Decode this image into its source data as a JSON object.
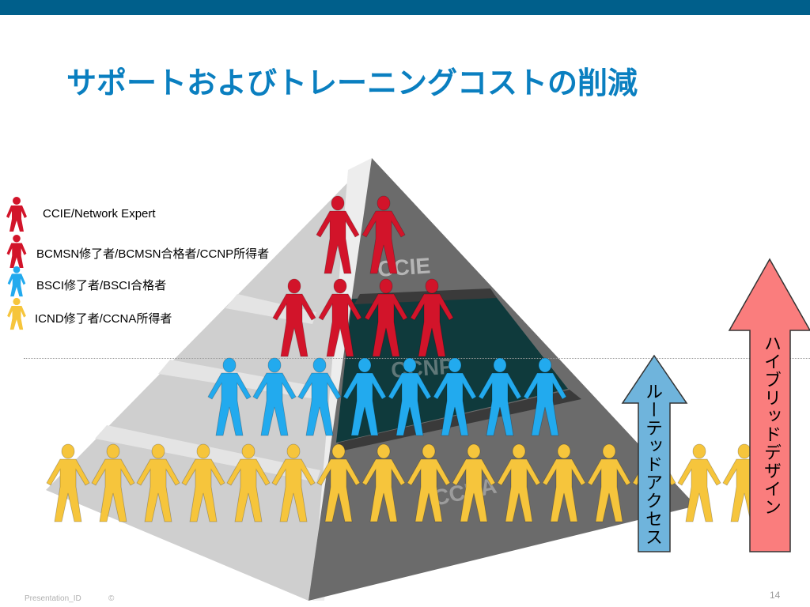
{
  "header": {
    "title": "サポートおよびトレーニングコストの削減"
  },
  "colors": {
    "topbar": "#005f8b",
    "title": "#0a7fc0",
    "ccie_red": "#d2142a",
    "bsci_blue": "#22aaee",
    "icnd_yellow": "#f6c53c",
    "pyramid_light": "#c8c8c8",
    "pyramid_dark": "#6b6b6b",
    "pyramid_ccnp": "#0f3a3c",
    "routed_arrow": "#6fb4dc",
    "hybrid_arrow": "#fa7d7d"
  },
  "legend": [
    {
      "icon": "person-red-icon",
      "label": "CCIE/Network Expert"
    },
    {
      "icon": "person-red-icon",
      "label": "BCMSN修了者/BCMSN合格者/CCNP所得者"
    },
    {
      "icon": "person-blue-icon",
      "label": "BSCI修了者/BSCI合格者"
    },
    {
      "icon": "person-yellow-icon",
      "label": "ICND修了者/CCNA所得者"
    }
  ],
  "pyramid": {
    "levels": [
      "CCIE",
      "CCNP",
      "CCNA"
    ]
  },
  "people": {
    "ccie_count": 2,
    "ccnp_count": 4,
    "bsci_count": 8,
    "icnd_count": 16
  },
  "arrows": {
    "routed_access": "ルーテッドアクセス",
    "hybrid_design": "ハイブリッドデザイン"
  },
  "footer": {
    "presentation_id": "Presentation_ID",
    "copyright": "©",
    "page_number": "14"
  }
}
